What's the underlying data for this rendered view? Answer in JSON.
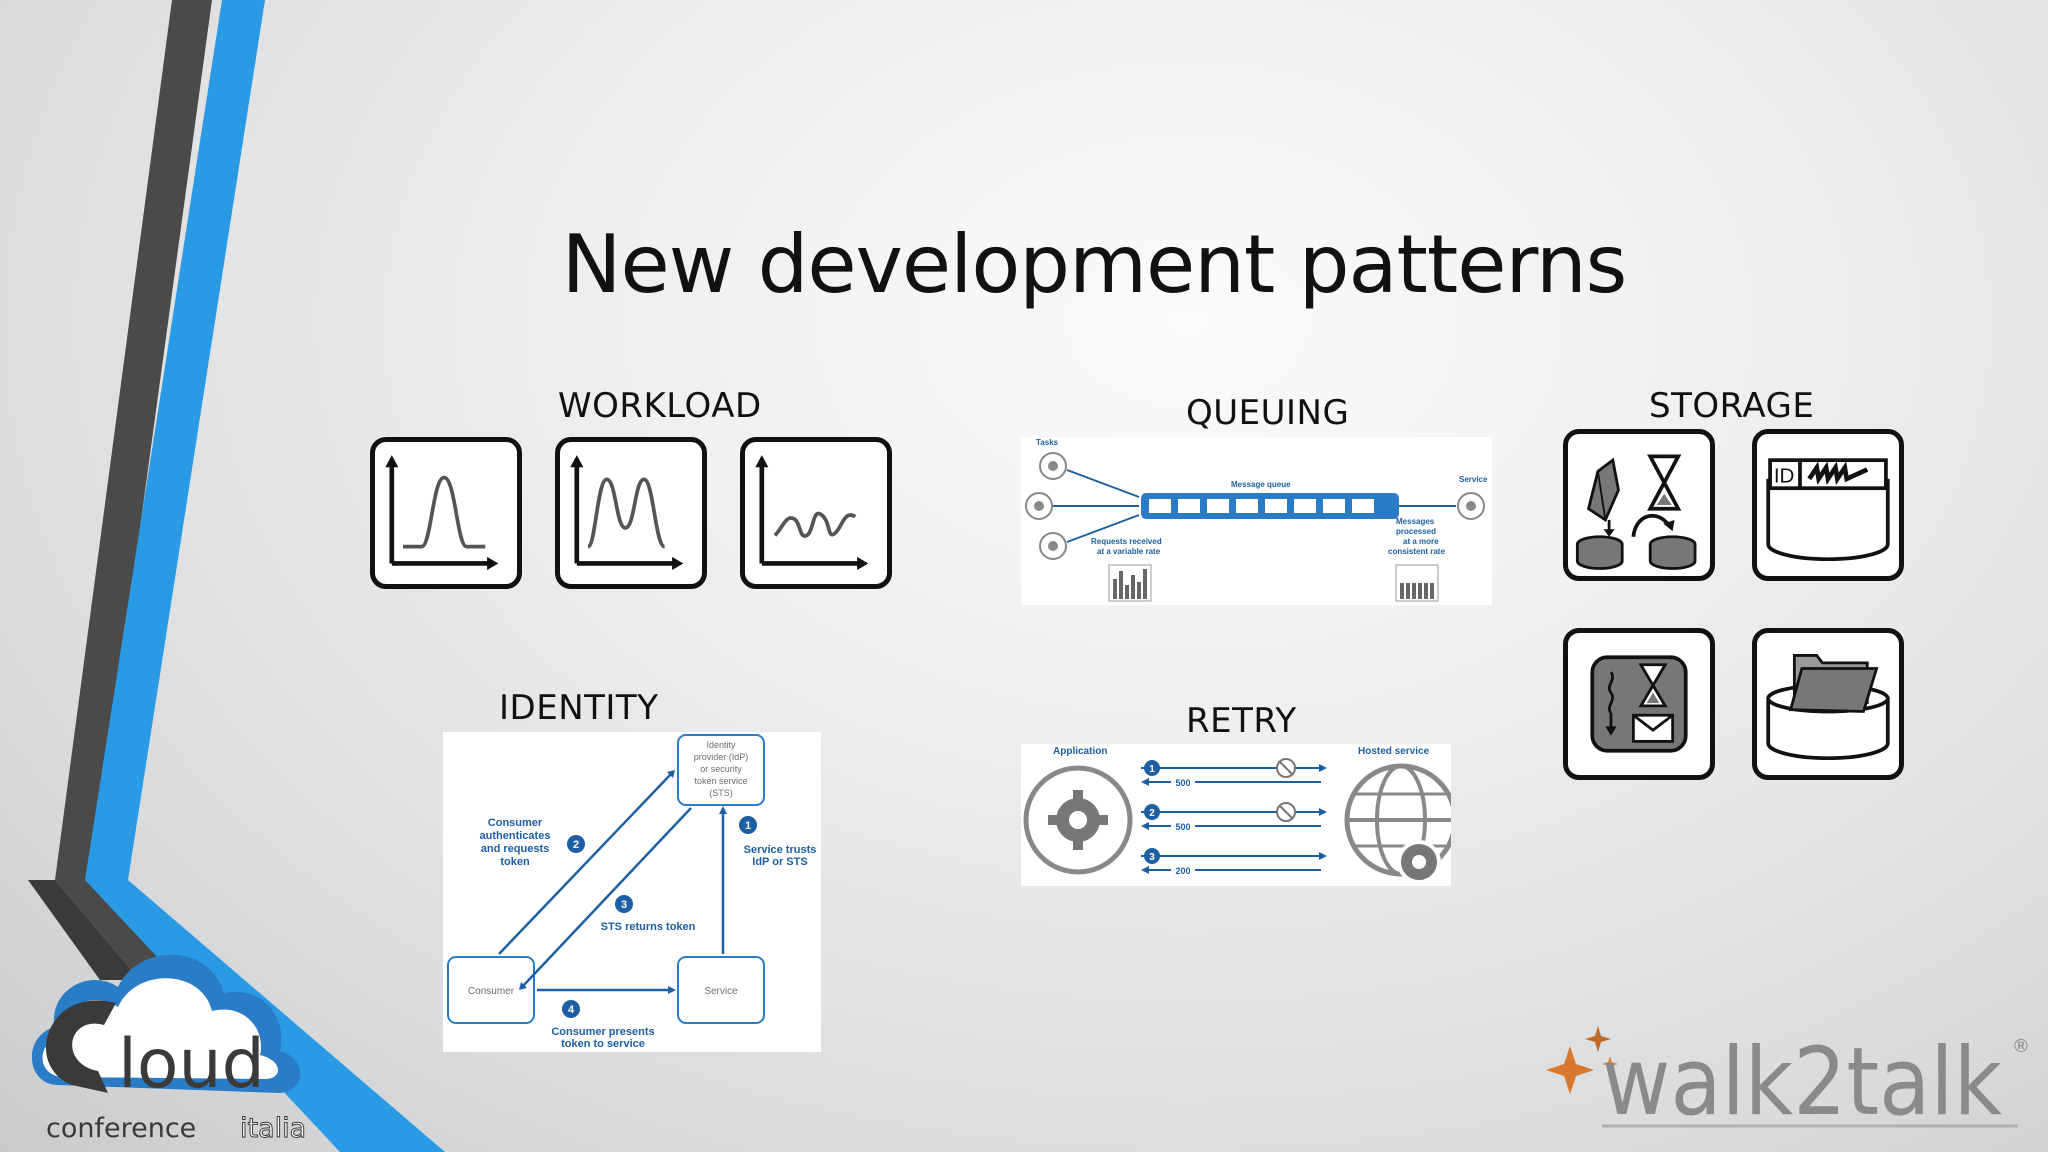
{
  "slide": {
    "title": "New development patterns"
  },
  "sections": {
    "workload": {
      "label": "WORKLOAD"
    },
    "queuing": {
      "label": "QUEUING",
      "diagram": {
        "tasks": "Tasks",
        "message_queue": "Message queue",
        "service": "Service",
        "requests_line1": "Requests received",
        "requests_line2": "at a variable rate",
        "processed_line1": "Messages",
        "processed_line2": "processed",
        "processed_line3": "at a more",
        "processed_line4": "consistent rate"
      }
    },
    "storage": {
      "label": "STORAGE",
      "id_text": "ID"
    },
    "identity": {
      "label": "IDENTITY",
      "diagram": {
        "idp_line1": "Identity",
        "idp_line2": "provider (IdP)",
        "idp_line3": "or security",
        "idp_line4": "token service",
        "idp_line5": "(STS)",
        "step1_num": "1",
        "step1_line1": "Service trusts",
        "step1_line2": "IdP or STS",
        "step2_num": "2",
        "step2_line1": "Consumer",
        "step2_line2": "authenticates",
        "step2_line3": "and requests",
        "step2_line4": "token",
        "step3_num": "3",
        "step3_text": "STS returns token",
        "step4_num": "4",
        "step4_line1": "Consumer presents",
        "step4_line2": "token to service",
        "consumer": "Consumer",
        "service": "Service"
      }
    },
    "retry": {
      "label": "RETRY",
      "diagram": {
        "application": "Application",
        "hosted_service": "Hosted service",
        "attempts": [
          {
            "num": "1",
            "code": "500"
          },
          {
            "num": "2",
            "code": "500"
          },
          {
            "num": "3",
            "code": "200"
          }
        ]
      }
    }
  },
  "logos": {
    "cloud_word": "loud",
    "cloud_tagline_1": "conference",
    "cloud_tagline_2": "italia",
    "walk2talk": "walk2talk",
    "registered": "®"
  },
  "colors": {
    "accent_blue": "#2b9ae5",
    "stripe_dark": "#4a4a4a",
    "diagram_blue": "#1d5fa3",
    "logo_orange": "#d8782e"
  }
}
